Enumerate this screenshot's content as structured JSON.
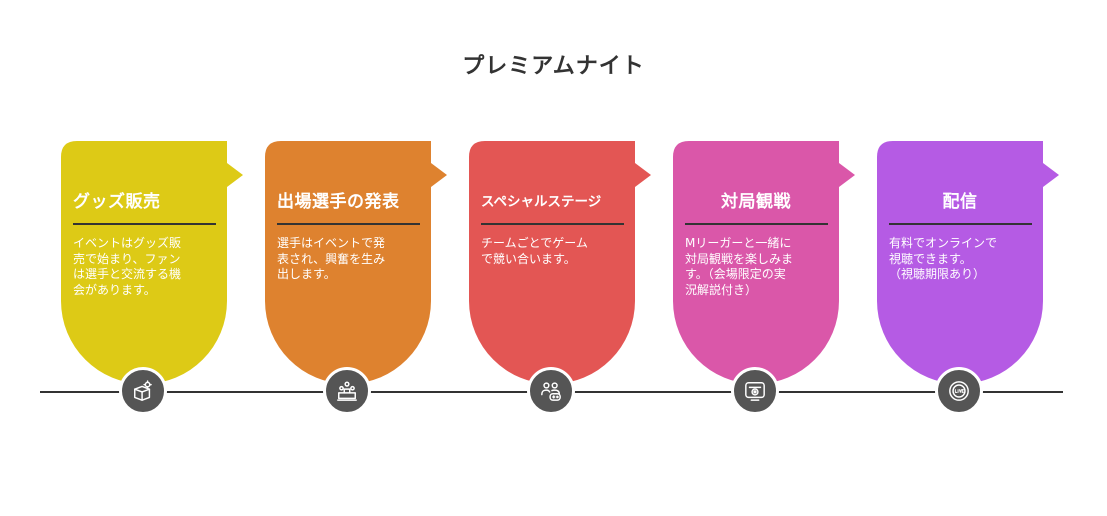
{
  "title": "プレミアムナイト",
  "steps": [
    {
      "heading": "グッズ販売",
      "description": "イベントはグッズ販\n売で始まり、ファン\nは選手と交流する機\n会があります。",
      "color": "#DDCA16",
      "icon": "box-gear-icon"
    },
    {
      "heading": "出場選手の発表",
      "description": "選手はイベントで発\n表され、興奮を生み\n出します。",
      "color": "#DE822F",
      "icon": "podium-icon"
    },
    {
      "heading": "スペシャルステージ",
      "description": "チームごとでゲーム\nで競い合います。",
      "color": "#E35654",
      "icon": "players-gamepad-icon"
    },
    {
      "heading": "対局観戦",
      "description": "Mリーガーと一緒に\n対局観戦を楽しみま\nす。（会場限定の実\n況解説付き）",
      "color": "#DA57A9",
      "icon": "live-screen-icon"
    },
    {
      "heading": "配信",
      "description": "有料でオンラインで\n視聴できます。\n（視聴期限あり）",
      "color": "#B55BE4",
      "icon": "live-stream-icon"
    }
  ]
}
